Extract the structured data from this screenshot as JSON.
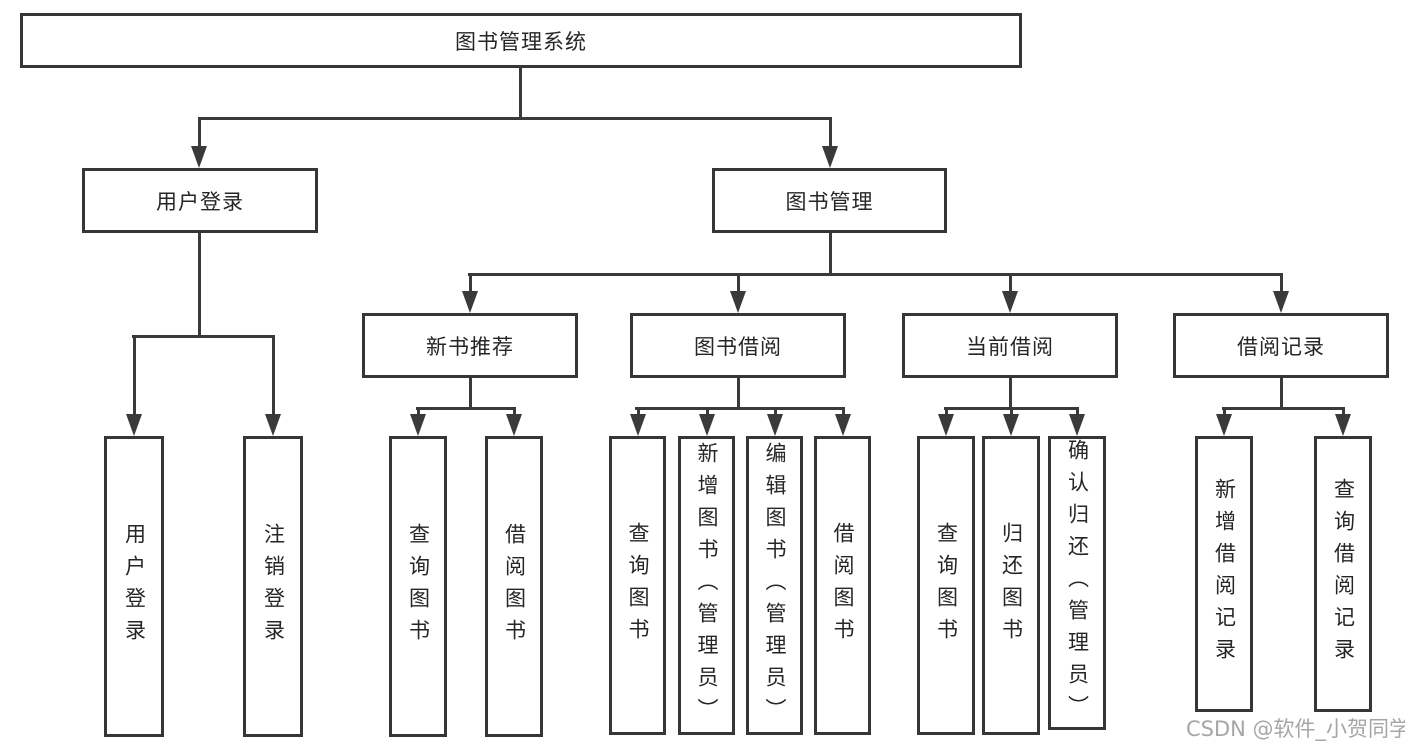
{
  "diagram": {
    "type": "hierarchy-tree",
    "colors": {
      "line": "#3a3a3a",
      "box_border": "#363636",
      "text": "#262626",
      "background": "#ffffff",
      "watermark": "#a6a6a6"
    },
    "root": {
      "label": "图书管理系统"
    },
    "level2": {
      "user_login": {
        "label": "用户登录"
      },
      "book_management": {
        "label": "图书管理"
      }
    },
    "level3": {
      "new_book_recommend": {
        "label": "新书推荐"
      },
      "book_borrow": {
        "label": "图书借阅"
      },
      "current_borrow": {
        "label": "当前借阅"
      },
      "borrow_records": {
        "label": "借阅记录"
      }
    },
    "leaves": {
      "user_login_1": "用户登录",
      "user_login_2": "注销登录",
      "new_book_1": "查询图书",
      "new_book_2": "借阅图书",
      "book_borrow_1": "查询图书",
      "book_borrow_2": "新增图书（管理员）",
      "book_borrow_3": "编辑图书（管理员）",
      "book_borrow_4": "借阅图书",
      "current_1": "查询图书",
      "current_2": "归还图书",
      "current_3": "确认归还（管理员）",
      "records_1": "新增借阅记录",
      "records_2": "查询借阅记录"
    },
    "watermark": "CSDN @软件_小贺同学"
  }
}
